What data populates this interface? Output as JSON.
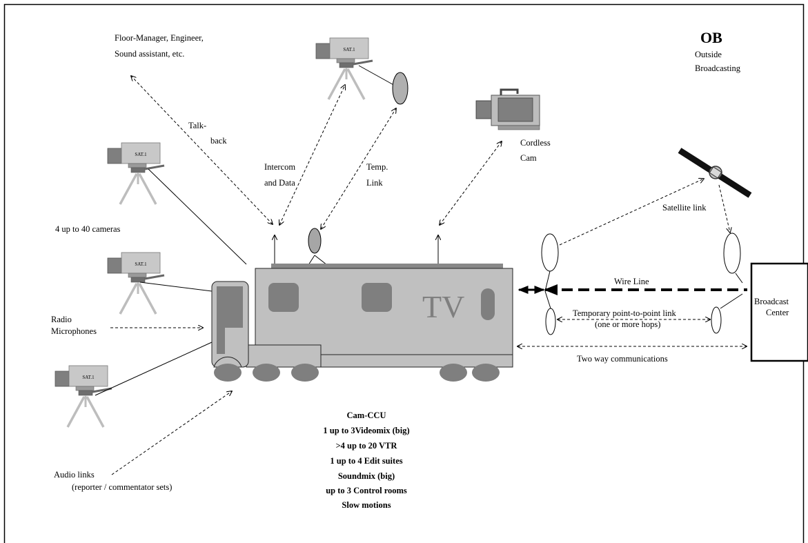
{
  "diagram": {
    "title": "OB",
    "title_sub": [
      "Outside",
      "Broadcasting"
    ],
    "labels": {
      "floor_manager": [
        "Floor-Manager, Engineer,",
        "Sound assistant, etc."
      ],
      "talkback": [
        "Talk-",
        "back"
      ],
      "intercom": [
        "Intercom",
        "and Data"
      ],
      "temp_link": [
        "Temp.",
        "Link"
      ],
      "cordless_cam": [
        "Cordless",
        "Cam"
      ],
      "cameras": "4 up to 40 cameras",
      "radio_mics": [
        "Radio",
        "Microphones"
      ],
      "audio_links": [
        "Audio links",
        "(reporter / commentator sets)"
      ],
      "satellite_link": "Satellite link",
      "wire_line": "Wire Line",
      "temp_p2p": [
        "Temporary point-to-point link",
        "(one or more hops)"
      ],
      "two_way": "Two way communications",
      "broadcast_center": [
        "Broadcast",
        "Center"
      ],
      "truck_logo": "TV",
      "camera_brand": "SAT.1"
    },
    "equipment_list": [
      "Cam-CCU",
      "1 up to 3Videomix (big)",
      ">4 up to 20 VTR",
      "1 up to 4 Edit suites",
      "Soundmix (big)",
      "up to 3 Control rooms",
      "Slow motions"
    ]
  }
}
